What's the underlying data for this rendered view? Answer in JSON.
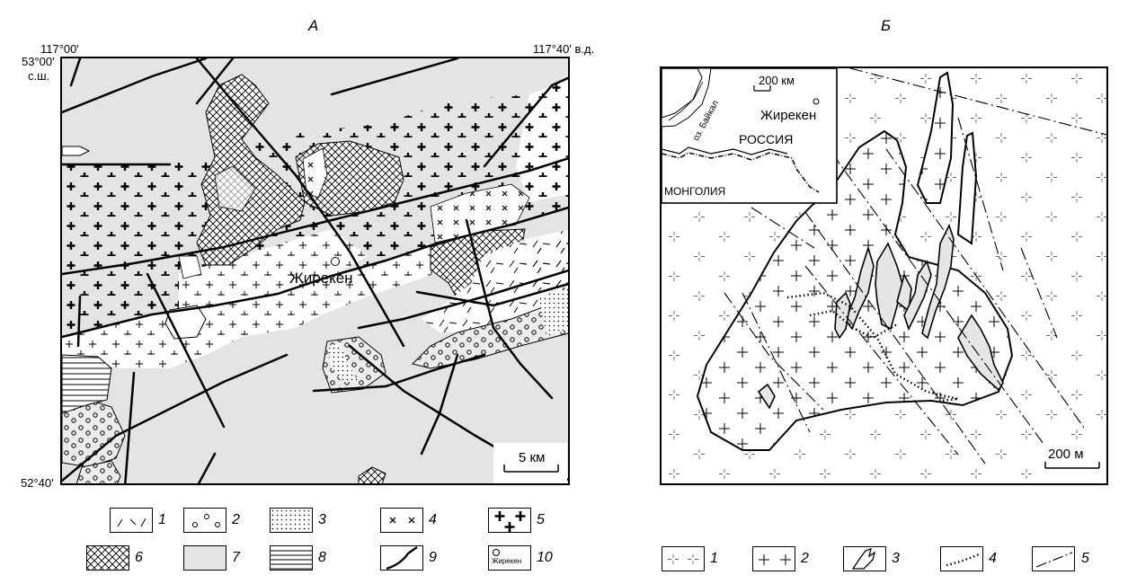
{
  "panel_a": {
    "title": "А",
    "coords": {
      "lon_left": "117°00'",
      "lon_right": "117°40' в.д.",
      "lat_top": "53°00'",
      "lat_top_suffix": "с.ш.",
      "lat_bottom": "52°40'"
    },
    "place_label": "Жирекен",
    "scale_label": "5 км",
    "legend": [
      {
        "num": "1",
        "pattern": "dashes"
      },
      {
        "num": "2",
        "pattern": "dots-circles"
      },
      {
        "num": "3",
        "pattern": "fine-dots"
      },
      {
        "num": "4",
        "pattern": "crosses-x"
      },
      {
        "num": "5",
        "pattern": "bold-plus"
      },
      {
        "num": "6",
        "pattern": "crosshatch"
      },
      {
        "num": "7",
        "pattern": "gray-fill"
      },
      {
        "num": "8",
        "pattern": "horizontal-lines"
      },
      {
        "num": "9",
        "pattern": "fault-line"
      },
      {
        "num": "10",
        "pattern": "locality",
        "sample_text": "Жирекен"
      }
    ]
  },
  "panel_b": {
    "title": "Б",
    "inset": {
      "scale_label": "200 км",
      "place_label": "Жирекен",
      "lake_label": "оз. Байкал",
      "country_ru": "РОССИЯ",
      "country_mn": "МОНГОЛИЯ"
    },
    "scale_label": "200 м",
    "legend": [
      {
        "num": "1",
        "pattern": "thin-plus"
      },
      {
        "num": "2",
        "pattern": "plus"
      },
      {
        "num": "3",
        "pattern": "dike-outline"
      },
      {
        "num": "4",
        "pattern": "dotted-line"
      },
      {
        "num": "5",
        "pattern": "dash-dot-line"
      }
    ]
  }
}
